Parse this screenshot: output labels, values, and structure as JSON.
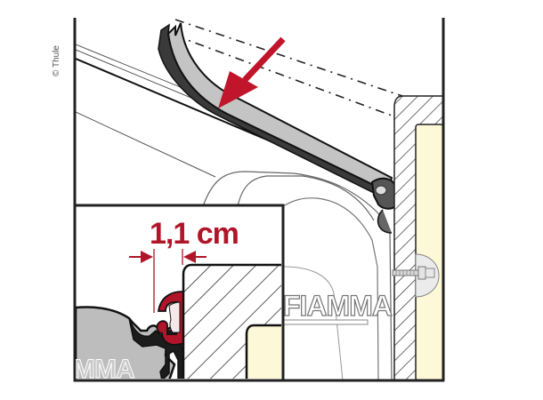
{
  "copyright": "© Thule",
  "dimension": {
    "label": "1,1 cm",
    "color": "#b0152a"
  },
  "brand": {
    "main": "FIAMMA",
    "inset_partial": "MMA"
  },
  "colors": {
    "arrow": "#c0152a",
    "seal_strip": "#c4c4c4",
    "seal_strip_dark": "#3a3a3a",
    "wall_panel": "#fdf8d8",
    "housing_gray": "#bdbdbd",
    "rail_red": "#b0152a",
    "outline": "#1a1a1a"
  },
  "icons": {
    "insertion_arrow": "arrow-down-left",
    "dimension_arrows": "arrows-inward"
  }
}
